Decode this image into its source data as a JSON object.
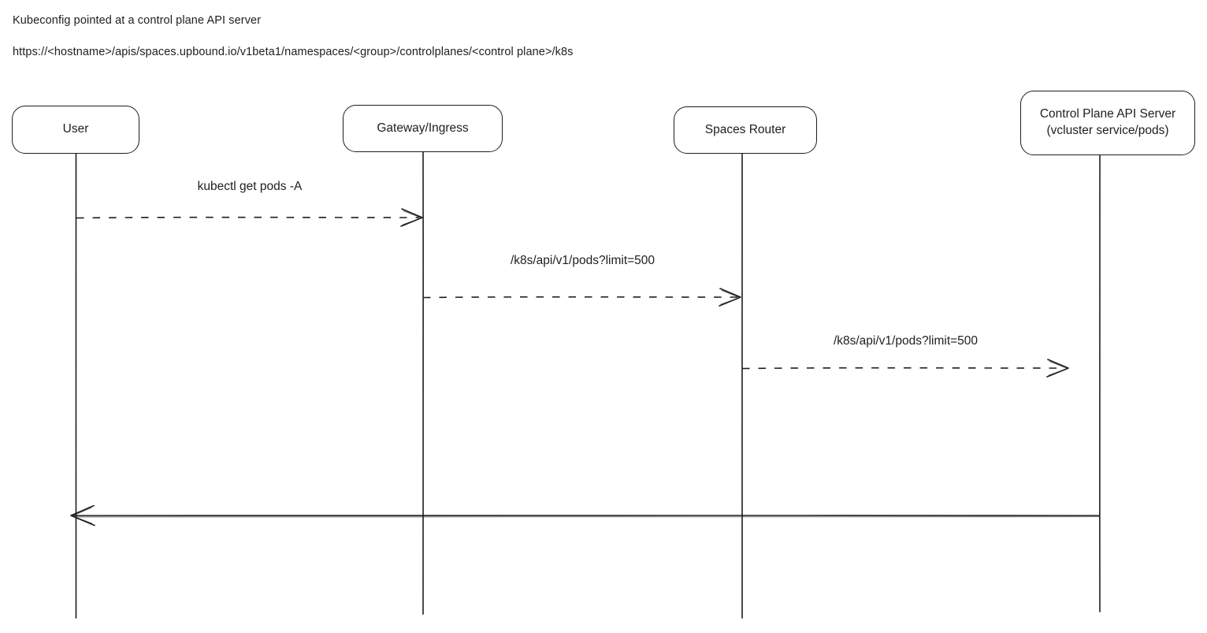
{
  "header": {
    "line1": "Kubeconfig pointed at a control plane API server",
    "line2": "https://<hostname>/apis/spaces.upbound.io/v1beta1/namespaces/<group>/controlplanes/<control plane>/k8s"
  },
  "diagram": {
    "type": "sequence-diagram",
    "participants": [
      {
        "id": "user",
        "label": "User"
      },
      {
        "id": "gateway",
        "label": "Gateway/Ingress"
      },
      {
        "id": "spaces-router",
        "label": "Spaces Router"
      },
      {
        "id": "control-plane",
        "label": "Control Plane API Server",
        "label2": "(vcluster service/pods)"
      }
    ],
    "messages": [
      {
        "from": "User",
        "to": "Gateway/Ingress",
        "label": "kubectl get pods -A",
        "line_style": "dashed",
        "direction": "right"
      },
      {
        "from": "Gateway/Ingress",
        "to": "Spaces Router",
        "label": "/k8s/api/v1/pods?limit=500",
        "line_style": "dashed",
        "direction": "right"
      },
      {
        "from": "Spaces Router",
        "to": "Control Plane API Server",
        "label": "/k8s/api/v1/pods?limit=500",
        "line_style": "dashed",
        "direction": "right"
      },
      {
        "from": "Control Plane API Server",
        "to": "User",
        "label": "",
        "line_style": "solid",
        "direction": "left"
      }
    ],
    "colors": {
      "stroke": "#1e1e1e",
      "background": "#ffffff"
    }
  }
}
